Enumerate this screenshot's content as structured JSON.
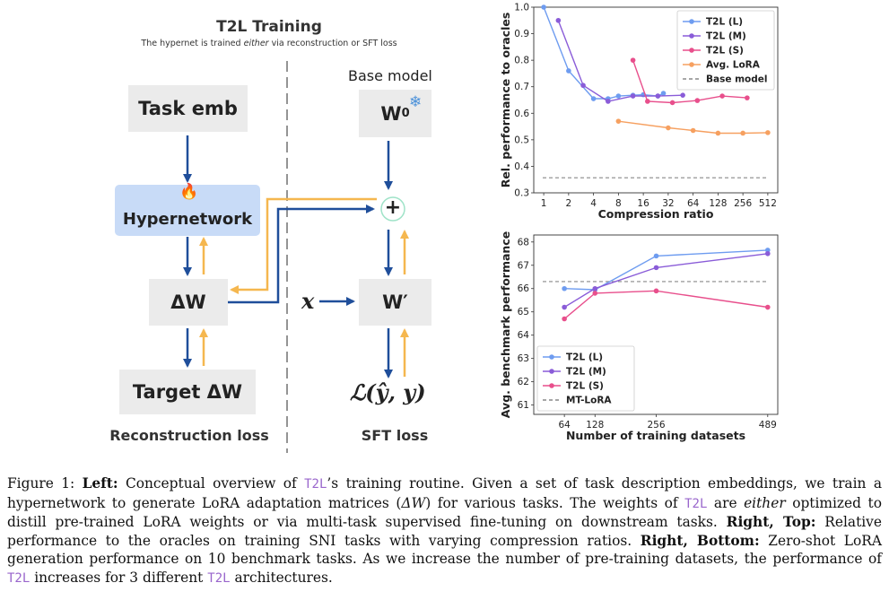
{
  "diagram": {
    "title": "T2L Training",
    "subtitle_pre": "The hypernet is trained",
    "subtitle_em": "either",
    "subtitle_post": "via reconstruction or SFT loss",
    "task_emb": "Task emb",
    "hypernetwork": "Hypernetwork",
    "delta_w": "ΔW",
    "target_delta_w": "Target ΔW",
    "reconstruction_loss": "Reconstruction loss",
    "base_model": "Base model",
    "w0": "W",
    "w0_sub": "0",
    "plus": "+",
    "w_prime": "W′",
    "x": "x",
    "sft_loss_formula": "ℒ(ŷ, y)",
    "sft_loss": "SFT loss",
    "fire_icon": "fire-icon",
    "snowflake_icon": "snowflake-icon",
    "colors": {
      "blue_arrow": "#1f4e9a",
      "orange_arrow": "#f5b74f",
      "hyper_box": "#c8dbf7",
      "box": "#ebebeb"
    }
  },
  "chart_data": [
    {
      "type": "line",
      "title": "",
      "xlabel": "Compression ratio",
      "ylabel": "Rel. performance to oracles",
      "x_scale": "log2",
      "xticks": [
        "1",
        "2",
        "4",
        "8",
        "16",
        "32",
        "64",
        "128",
        "256",
        "512"
      ],
      "yticks": [
        "0.3",
        "0.4",
        "0.5",
        "0.6",
        "0.7",
        "0.8",
        "0.9",
        "1.0"
      ],
      "ylim": [
        0.3,
        1.0
      ],
      "legend_position": "top-right",
      "series": [
        {
          "name": "T2L (L)",
          "color": "#6e9cf0",
          "x": [
            1,
            2,
            4,
            6,
            8,
            12,
            16,
            24,
            28
          ],
          "y": [
            1.0,
            0.76,
            0.655,
            0.655,
            0.665,
            0.668,
            0.67,
            0.665,
            0.675
          ]
        },
        {
          "name": "T2L (M)",
          "color": "#8a5cd8",
          "x": [
            1.5,
            3,
            6,
            12,
            24,
            48
          ],
          "y": [
            0.95,
            0.705,
            0.645,
            0.665,
            0.665,
            0.668
          ]
        },
        {
          "name": "T2L (S)",
          "color": "#e84f8c",
          "x": [
            12,
            18,
            36,
            72,
            144,
            288
          ],
          "y": [
            0.8,
            0.645,
            0.64,
            0.648,
            0.665,
            0.658
          ]
        },
        {
          "name": "Avg. LoRA",
          "color": "#f6a060",
          "x": [
            8,
            32,
            64,
            128,
            256,
            512
          ],
          "y": [
            0.57,
            0.545,
            0.535,
            0.525,
            0.525,
            0.527
          ]
        }
      ],
      "reference_lines": [
        {
          "name": "Base model",
          "y": 0.357,
          "color": "#888888",
          "style": "dashed"
        }
      ]
    },
    {
      "type": "line",
      "title": "",
      "xlabel": "Number of training datasets",
      "ylabel": "Avg. benchmark performance",
      "xticks": [
        "64",
        "128",
        "256",
        "489"
      ],
      "xlim": [
        0,
        510
      ],
      "yticks": [
        "61",
        "62",
        "63",
        "64",
        "65",
        "66",
        "67",
        "68"
      ],
      "ylim": [
        60.6,
        68.3
      ],
      "legend_position": "bottom-left",
      "series": [
        {
          "name": "T2L (L)",
          "color": "#6e9cf0",
          "x": [
            64,
            128,
            256,
            489
          ],
          "y": [
            66.0,
            65.95,
            67.4,
            67.65
          ]
        },
        {
          "name": "T2L (M)",
          "color": "#8a5cd8",
          "x": [
            64,
            128,
            256,
            489
          ],
          "y": [
            65.2,
            66.0,
            66.9,
            67.5
          ]
        },
        {
          "name": "T2L (S)",
          "color": "#e84f8c",
          "x": [
            64,
            128,
            256,
            489
          ],
          "y": [
            64.7,
            65.8,
            65.9,
            65.2
          ]
        }
      ],
      "reference_lines": [
        {
          "name": "MT-LoRA",
          "y": 66.3,
          "color": "#888888",
          "style": "dashed"
        }
      ]
    }
  ],
  "caption": {
    "fig_label": "Figure 1:",
    "left_label": "Left:",
    "text1": "Conceptual overview of",
    "t2l": "T2L",
    "text2": "’s training routine. Given a set of task description embeddings, we train a hypernetwork to generate LoRA adaptation matrices (",
    "delta_w": "ΔW",
    "text3": ") for various tasks. The weights of",
    "text4": "are",
    "either": "either",
    "text5": "optimized to distill pre-trained LoRA weights or via multi-task supervised fine-tuning on downstream tasks.",
    "right_top_label": "Right, Top:",
    "text6": "Relative performance to the oracles on training SNI tasks with varying compression ratios.",
    "right_bottom_label": "Right, Bottom:",
    "text7": "Zero-shot LoRA generation performance on 10 benchmark tasks. As we increase the number of pre-training datasets, the performance of",
    "text8": "increases for 3 different",
    "text9": "architectures."
  }
}
